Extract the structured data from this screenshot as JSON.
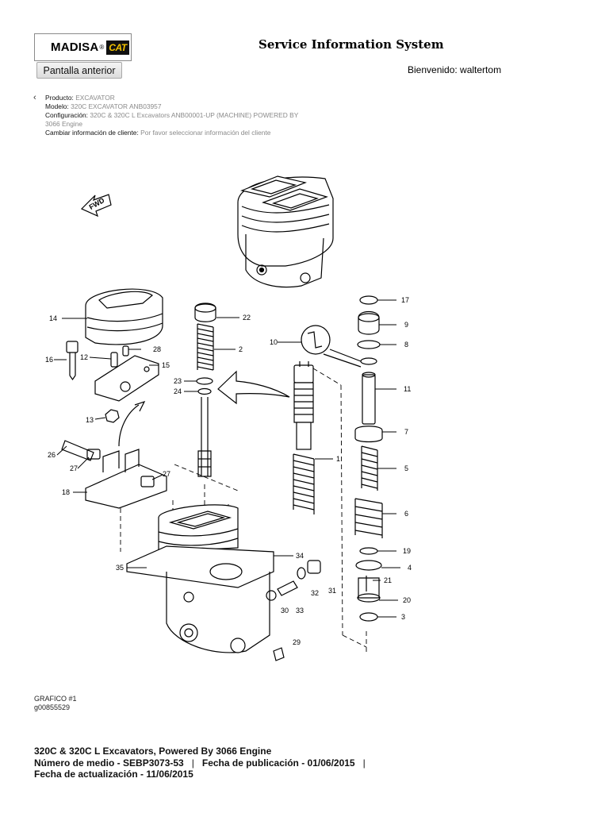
{
  "header": {
    "logo_text": "MADISA",
    "logo_mark": "®",
    "brand_mark": "CAT",
    "system_title": "Service Information System",
    "back_button_label": "Pantalla anterior",
    "welcome_text": "Bienvenido: waltertom"
  },
  "info": {
    "product_label": "Producto:",
    "product_value": "EXCAVATOR",
    "model_label": "Modelo:",
    "model_value": "320C EXCAVATOR ANB03957",
    "config_label": "Configuración:",
    "config_value_1": "320C & 320C L Excavators ANB00001-UP (MACHINE) POWERED BY",
    "config_value_2": "3066 Engine",
    "change_label": "Cambiar información de cliente:",
    "change_value": "Por favor seleccionar información del cliente"
  },
  "diagram": {
    "fwd_label": "FWD",
    "callouts": [
      "14",
      "16",
      "12",
      "28",
      "15",
      "13",
      "26",
      "27",
      "18",
      "27",
      "22",
      "2",
      "23",
      "24",
      "10",
      "1",
      "35",
      "34",
      "32",
      "31",
      "30",
      "33",
      "29",
      "17",
      "9",
      "8",
      "11",
      "7",
      "5",
      "6",
      "19",
      "4",
      "21",
      "20",
      "3"
    ]
  },
  "caption": {
    "line1": "GRAFICO #1",
    "line2": "g00855529"
  },
  "footer": {
    "title": "320C & 320C L Excavators, Powered By 3066 Engine",
    "media": "Número de medio - SEBP3073-53",
    "sep": "|",
    "published": "Fecha de publicación - 01/06/2015",
    "sep2": "|",
    "updated": "Fecha de actualización - 11/06/2015"
  }
}
